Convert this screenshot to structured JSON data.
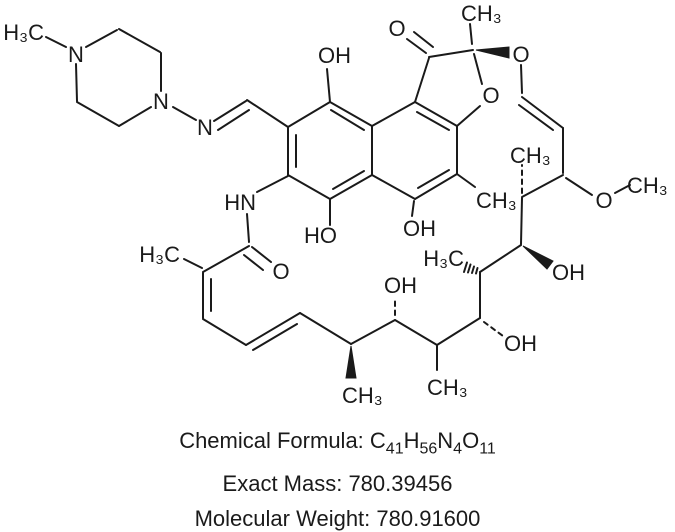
{
  "molecule": {
    "labels": {
      "n_methyl": "H₃C",
      "pip_n1": "N",
      "pip_n2": "N",
      "hydrazone_n": "N",
      "naph_oh_top": "OH",
      "ketone_o": "O",
      "quat_methyl": "CH₃",
      "furan_o": "O",
      "vinyl_o": "O",
      "naph_ho_left": "HO",
      "naph_oh_right": "OH",
      "amide_hn": "HN",
      "aryl_methyl": "CH₃",
      "c12_methyl": "CH₃",
      "methoxy_o": "O",
      "methoxy_methyl": "CH₃",
      "amide_o": "O",
      "diene_methyl": "H₃C",
      "c10_methyl": "H₃C",
      "c11_oh": "OH",
      "c9_oh": "OH",
      "c8_methyl": "CH₃",
      "c7_oh": "OH",
      "c6_methyl": "CH₃"
    }
  },
  "caption": {
    "formula_label": "Chemical Formula: ",
    "formula_parts": [
      {
        "el": "C",
        "count": "41"
      },
      {
        "el": "H",
        "count": "56"
      },
      {
        "el": "N",
        "count": "4"
      },
      {
        "el": "O",
        "count": "11"
      }
    ],
    "exact_mass": "Exact Mass: 780.39456",
    "molecular_weight": "Molecular Weight: 780.91600"
  },
  "colors": {
    "ink": "#1a1a1a",
    "background": "#ffffff"
  }
}
